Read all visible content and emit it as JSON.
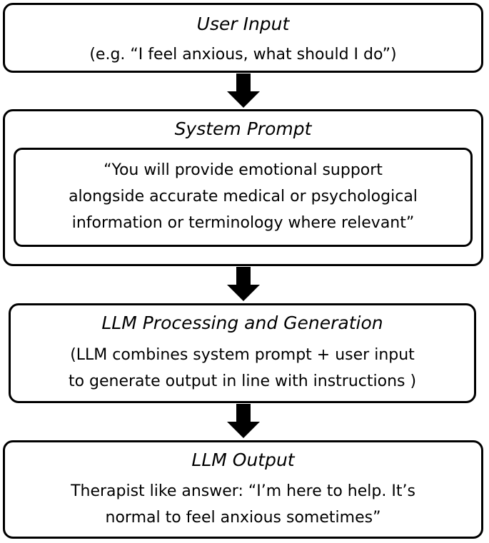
{
  "diagram": {
    "user_input": {
      "title": "User Input",
      "text": "(e.g. “I feel anxious, what should I do”)"
    },
    "system_prompt": {
      "title": "System Prompt",
      "quote_lines": [
        "“You will provide emotional support",
        "alongside accurate medical or psychological",
        "information or terminology where relevant”"
      ]
    },
    "processing": {
      "title": "LLM Processing and Generation",
      "lines": [
        "(LLM combines system prompt + user input",
        "to generate output in line with instructions )"
      ]
    },
    "output": {
      "title": "LLM Output",
      "lines": [
        "Therapist like answer: “I’m here to help. It’s",
        "normal to feel anxious sometimes”"
      ]
    },
    "colors": {
      "stroke": "#000000",
      "background": "#ffffff"
    }
  }
}
